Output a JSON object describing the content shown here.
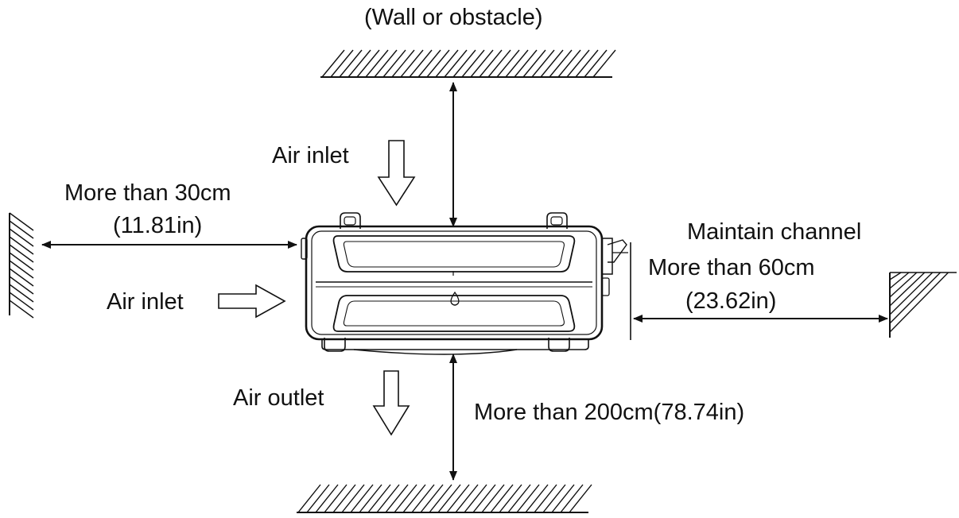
{
  "labels": {
    "top_obstacle": "(Wall or obstacle)",
    "air_inlet_top": "Air inlet",
    "left_clearance_cm": "More than 30cm",
    "left_clearance_in": "(11.81in)",
    "air_inlet_left": "Air inlet",
    "maintain_channel": "Maintain channel",
    "right_clearance_cm": "More than 60cm",
    "right_clearance_in": "(23.62in)",
    "air_outlet": "Air outlet",
    "bottom_clearance": "More than 200cm(78.74in)"
  },
  "colors": {
    "stroke": "#111111",
    "background": "#ffffff"
  }
}
